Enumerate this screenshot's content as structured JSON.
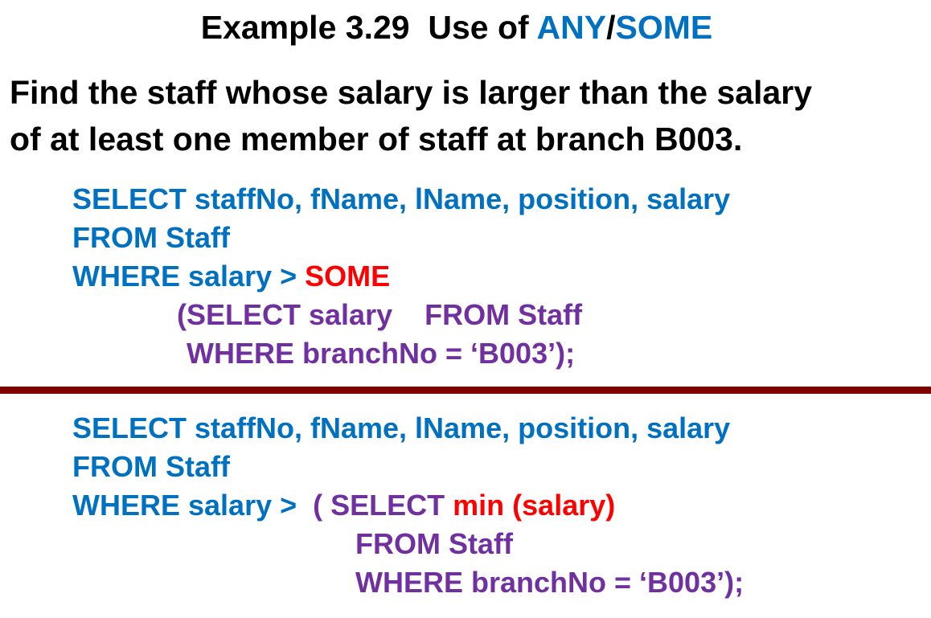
{
  "title": {
    "prefix": "Example 3.29  Use of ",
    "any": "ANY",
    "slash": "/",
    "some": "SOME"
  },
  "question": {
    "line1": "Find the staff whose salary is larger than the salary",
    "line2": "of at least one member of staff at branch B003."
  },
  "query1": {
    "line1": "SELECT staffNo, fName, lName, position, salary",
    "line2": "FROM Staff",
    "line3_prefix": "WHERE salary > ",
    "line3_keyword": "SOME",
    "line4": "(SELECT salary    FROM Staff",
    "line5": "WHERE branchNo = ‘B003’);"
  },
  "query2": {
    "line1": "SELECT staffNo, fName, lName, position, salary",
    "line2": "FROM Staff",
    "line3_prefix": "WHERE salary >  ",
    "line3_sub": "( SELECT ",
    "line3_func": "min (salary)",
    "line4": "FROM Staff",
    "line5": "WHERE branchNo = ‘B003’);"
  },
  "colors": {
    "sql_keyword": "#0070c0",
    "subquery": "#7030a0",
    "highlight": "#ff0000",
    "divider": "#800000",
    "text": "#000000"
  }
}
